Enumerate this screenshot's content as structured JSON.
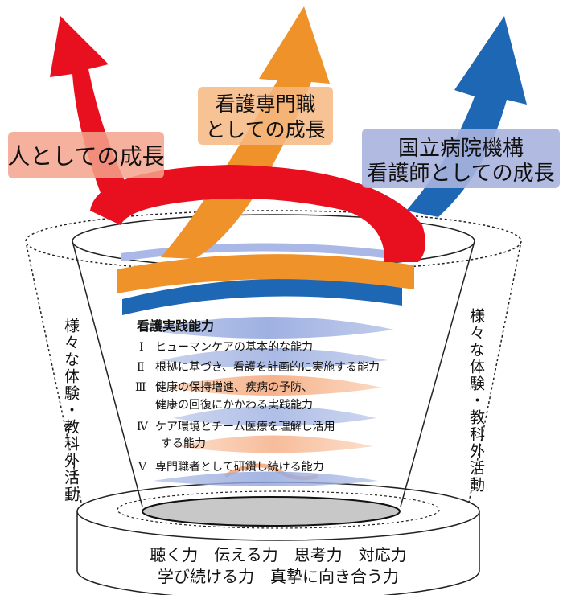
{
  "growth_labels": {
    "person": "人としての成長",
    "nursing_professional": [
      "看護専門職",
      "としての成長"
    ],
    "national_hospital": [
      "国立病院機構",
      "看護師としての成長"
    ]
  },
  "side_labels": {
    "left": "様々な体験・教科外活動",
    "right": "様々な体験・教科外活動"
  },
  "practice_box": {
    "title": "看護実践能力",
    "items": [
      {
        "num": "Ⅰ",
        "lines": [
          "ヒューマンケアの基本的な能力"
        ]
      },
      {
        "num": "Ⅱ",
        "lines": [
          "根拠に基づき、看護を計画的に実施する能力"
        ]
      },
      {
        "num": "Ⅲ",
        "lines": [
          "健康の保持増進、疾病の予防、",
          "健康の回復にかかわる実践能力"
        ]
      },
      {
        "num": "Ⅳ",
        "lines": [
          "ケア環境とチーム医療を理解し活用",
          "する能力"
        ]
      },
      {
        "num": "Ⅴ",
        "lines": [
          "専門職者として研鑽し続ける能力"
        ]
      }
    ]
  },
  "base_skills": [
    "聴く力　伝える力　思考力　対応力",
    "学び続ける力　真摯に向き合う力"
  ],
  "colors": {
    "red": "#e8101e",
    "orange": "#f0922a",
    "blue": "#1e67b5",
    "label_red_bg": "#f3a38c",
    "label_orange_bg": "#f6b882",
    "label_blue_bg": "#a9b3de"
  }
}
